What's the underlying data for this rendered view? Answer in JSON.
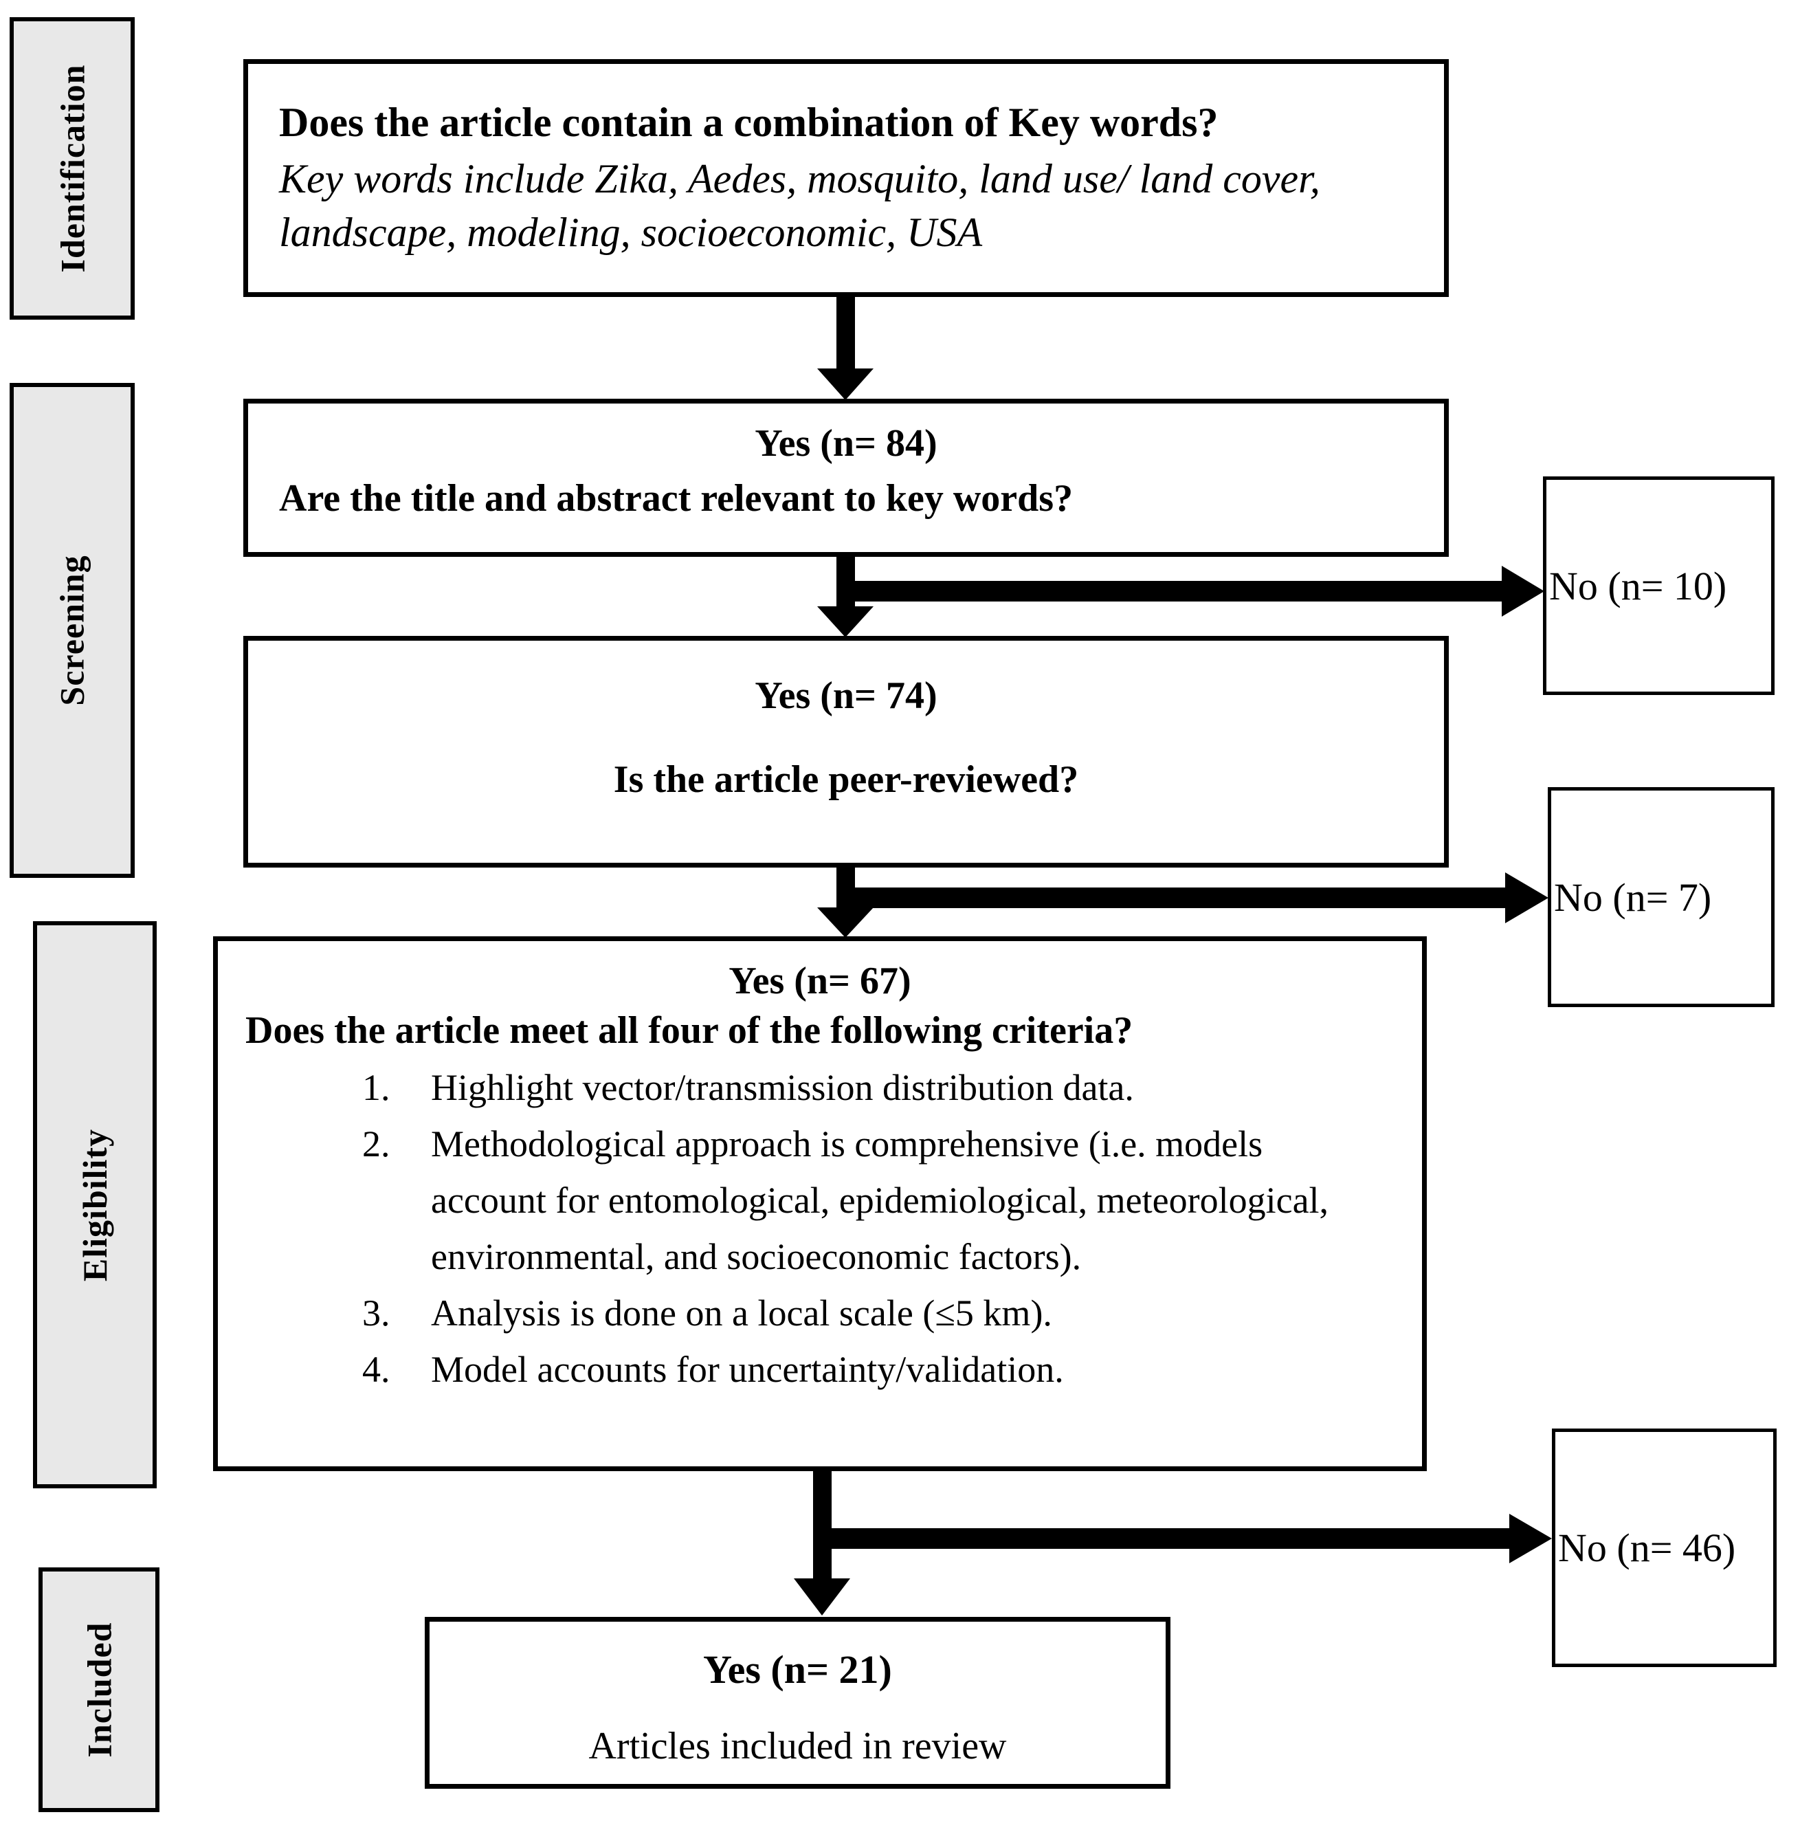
{
  "colors": {
    "background": "#ffffff",
    "box_border": "#000000",
    "stage_label_bg": "#e8e8e8"
  },
  "stages": [
    {
      "label": "Identification"
    },
    {
      "label": "Screening"
    },
    {
      "label": "Eligibility"
    },
    {
      "label": "Included"
    }
  ],
  "flow": {
    "identification_box": {
      "question": "Does the article contain a combination of Key words?",
      "keywords": "Key words include Zika, Aedes, mosquito, land use/ land cover, landscape, modeling, socioeconomic, USA"
    },
    "screening_box_1": {
      "result": "Yes (n= 84)",
      "question": "Are the title and abstract relevant to key words?"
    },
    "screening_box_2": {
      "result": "Yes (n= 74)",
      "question": "Is the article peer-reviewed?"
    },
    "eligibility_box": {
      "result": "Yes (n= 67)",
      "question": "Does the article meet all four of the following criteria?",
      "criteria": [
        {
          "num": "1.",
          "text": "Highlight vector/transmission distribution data."
        },
        {
          "num": "2.",
          "text": "Methodological approach is comprehensive (i.e. models account for entomological, epidemiological, meteorological, environmental, and socioeconomic factors)."
        },
        {
          "num": "3.",
          "text": "Analysis is done on a local scale (≤5 km)."
        },
        {
          "num": "4.",
          "text": "Model accounts for uncertainty/validation."
        }
      ]
    },
    "included_box": {
      "result": "Yes (n= 21)",
      "note": "Articles included in review"
    },
    "excluded": [
      {
        "label": "No (n= 10)"
      },
      {
        "label": "No (n= 7)"
      },
      {
        "label": "No (n= 46)"
      }
    ]
  }
}
